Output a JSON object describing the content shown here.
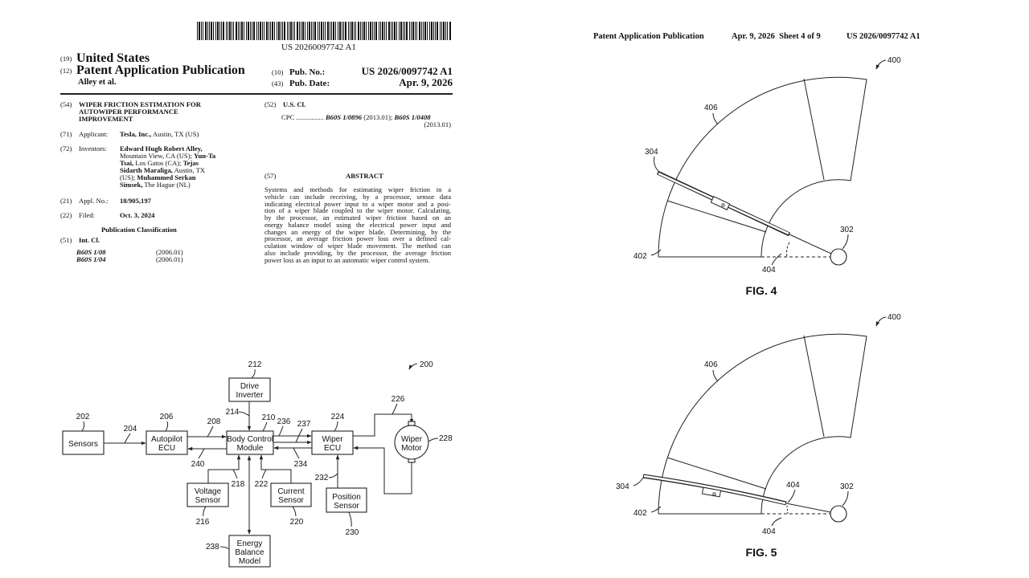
{
  "front_page": {
    "barcode_number": "US 20260097742 A1",
    "country_code": "(19)",
    "country": "United States",
    "type_code": "(12)",
    "type": "Patent Application Publication",
    "authors": "Alley et al.",
    "pub_no_code": "(10)",
    "pub_no_label": "Pub. No.:",
    "pub_no": "US 2026/0097742 A1",
    "pub_date_code": "(43)",
    "pub_date_label": "Pub. Date:",
    "pub_date": "Apr. 9, 2026",
    "title_code": "(54)",
    "title_lines": [
      "WIPER FRICTION ESTIMATION FOR",
      "AUTOWIPER PERFORMANCE",
      "IMPROVEMENT"
    ],
    "applicant_code": "(71)",
    "applicant_label": "Applicant:",
    "applicant_name": "Tesla, Inc.,",
    "applicant_loc": "Austin, TX (US)",
    "inventors_code": "(72)",
    "inventors_label": "Inventors:",
    "inventor_lines": [
      [
        {
          "b": "Edward Hugh Robert Alley,"
        }
      ],
      [
        {
          "r": "Mountain View, CA (US); "
        },
        {
          "b": "Yun-Ta"
        }
      ],
      [
        {
          "b": "Tsai,"
        },
        {
          "r": " Los Gatos (CA); "
        },
        {
          "b": "Tejas"
        }
      ],
      [
        {
          "b": "Sidarth Maraliga,"
        },
        {
          "r": " Austin, TX"
        }
      ],
      [
        {
          "r": "(US); "
        },
        {
          "b": "Muhammed Serkan"
        }
      ],
      [
        {
          "b": "Simsek,"
        },
        {
          "r": " The Hague (NL)"
        }
      ]
    ],
    "appl_code": "(21)",
    "appl_label": "Appl. No.:",
    "appl_no": "18/905,197",
    "filed_code": "(22)",
    "filed_label": "Filed:",
    "filed": "Oct. 3, 2024",
    "pub_class_heading": "Publication Classification",
    "int_cl_code": "(51)",
    "int_cl_label": "Int. Cl.",
    "int_cl": [
      {
        "code": "B60S 1/08",
        "date": "(2006.01)"
      },
      {
        "code": "B60S 1/04",
        "date": "(2006.01)"
      }
    ],
    "us_cl_code": "(52)",
    "us_cl_label": "U.S. Cl.",
    "cpc_label": "CPC ................",
    "cpc_1": "B60S 1/0896",
    "cpc_1_date": "(2013.01);",
    "cpc_2": "B60S 1/0408",
    "cpc_2_date": "(2013.01)",
    "abstract_code": "(57)",
    "abstract_heading": "ABSTRACT",
    "abstract_lines": [
      "Systems and methods for estimating wiper friction in a",
      "vehicle can include receiving, by a processor, sensor data",
      "indicating electrical power input to a wiper motor and a posi-",
      "tion of a wiper blade coupled to the wiper motor. Calculating,",
      "by the processor, an estimated wiper friction based on an",
      "energy balance model using the electrical power input and",
      "changes an energy of the wiper blade. Determining, by the",
      "processor, an average friction power loss over a defined cal-",
      "culation window of wiper blade movement. The method can",
      "also include providing, by the processor, the average friction",
      "power loss as an input to an automatic wiper control system."
    ]
  },
  "fig2": {
    "ref": "200",
    "blocks": {
      "sensors": {
        "lines": [
          "Sensors"
        ],
        "ref": "202"
      },
      "autopilot": {
        "lines": [
          "Autopilot",
          "ECU"
        ],
        "ref": "206"
      },
      "bcm": {
        "lines": [
          "Body Control",
          "Module"
        ],
        "ref": "210"
      },
      "inverter": {
        "lines": [
          "Drive",
          "Inverter"
        ],
        "ref": "212"
      },
      "wiper_ecu": {
        "lines": [
          "Wiper",
          "ECU"
        ],
        "ref": "224"
      },
      "motor": {
        "lines": [
          "Wiper",
          "Motor"
        ],
        "ref": "228"
      },
      "voltage": {
        "lines": [
          "Voltage",
          "Sensor"
        ],
        "ref": "216"
      },
      "current": {
        "lines": [
          "Current",
          "Sensor"
        ],
        "ref": "220"
      },
      "position": {
        "lines": [
          "Position",
          "Sensor"
        ],
        "ref": "230"
      },
      "energy": {
        "lines": [
          "Energy",
          "Balance",
          "Model"
        ],
        "ref": "238"
      }
    },
    "links": {
      "s_ap": "204",
      "ap_bcm": "208",
      "bcm_ap": "240",
      "inv_bcm": "214",
      "bcm_w1": "236",
      "bcm_w2": "237",
      "w_bcm": "234",
      "volt": "218",
      "curr": "222",
      "pos": "232",
      "motor": "226"
    }
  },
  "sheet": {
    "header_left": "Patent Application Publication",
    "header_mid": "Apr. 9, 2026  Sheet 4 of 9",
    "header_right": "US 2026/0097742 A1",
    "fig4": {
      "caption": "FIG. 4",
      "ref_400": "400",
      "ref_406": "406",
      "ref_304": "304",
      "ref_302": "302",
      "ref_402": "402",
      "ref_404": "404"
    },
    "fig5": {
      "caption": "FIG. 5",
      "ref_400": "400",
      "ref_406": "406",
      "ref_304": "304",
      "ref_302": "302",
      "ref_402": "402",
      "ref_404a": "404",
      "ref_404b": "404"
    }
  }
}
